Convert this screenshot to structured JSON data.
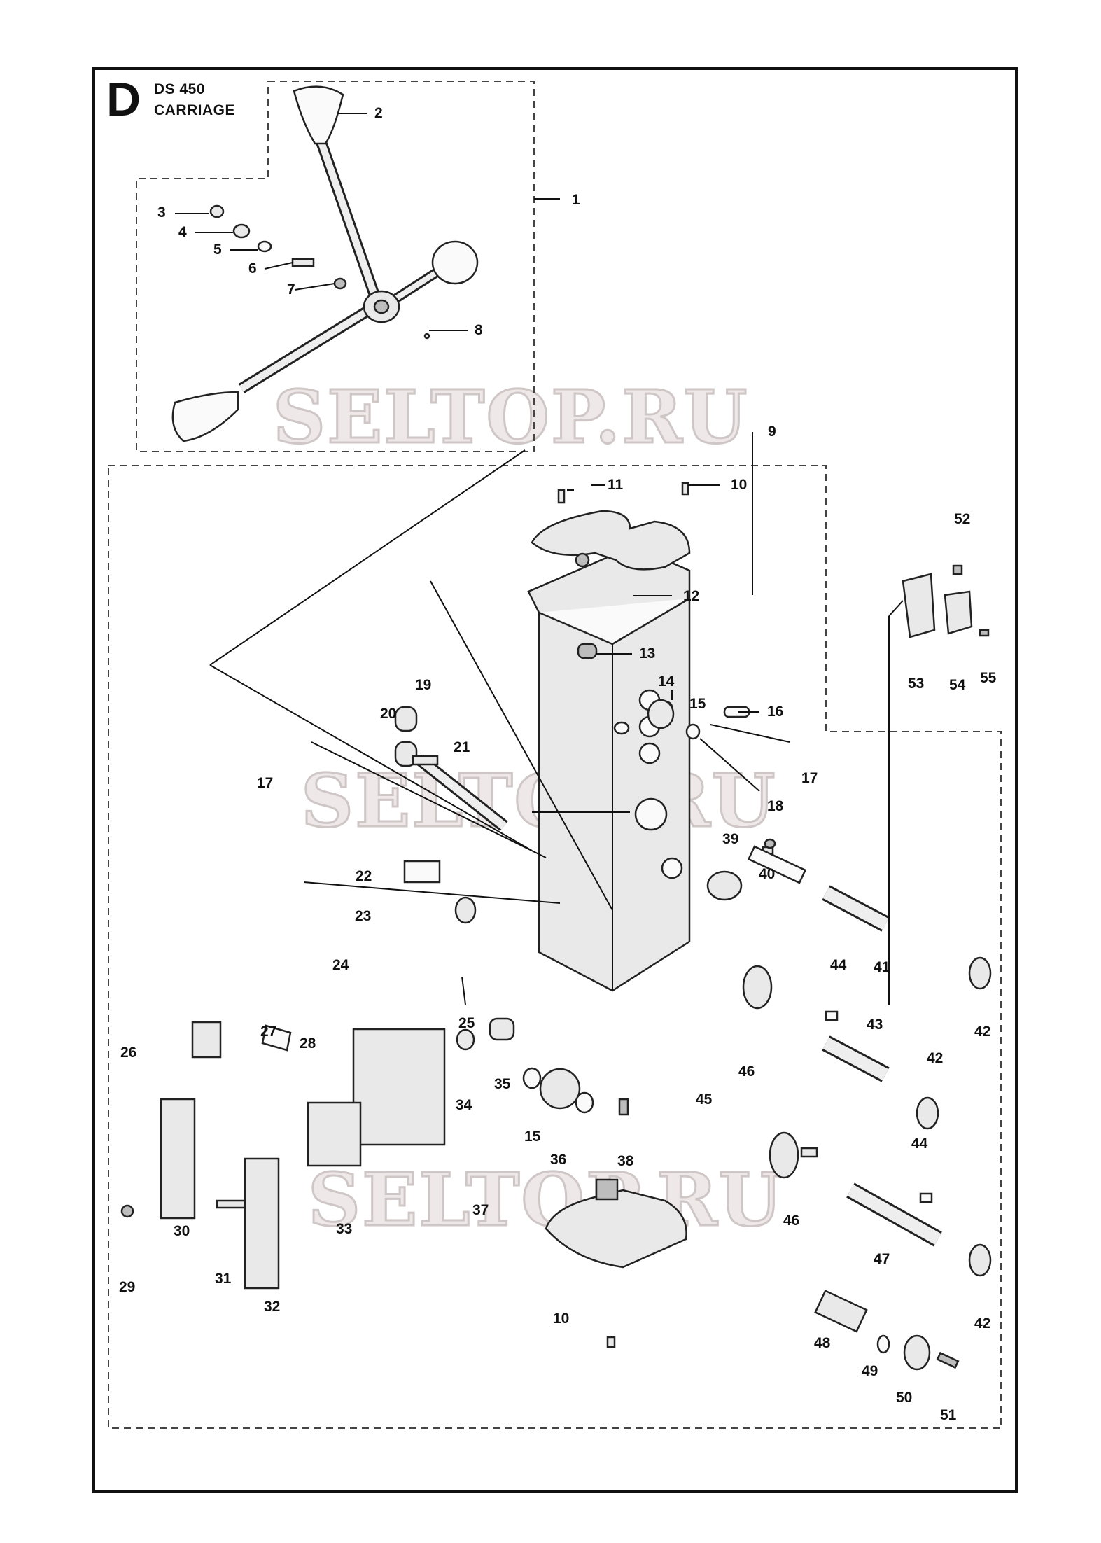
{
  "header": {
    "letter": "D",
    "model": "DS 450",
    "section": "CARRIAGE"
  },
  "watermarks": [
    "SELTOP.RU",
    "SELTOP.RU",
    "SELTOP.RU"
  ],
  "callouts": [
    "1",
    "2",
    "3",
    "4",
    "5",
    "6",
    "7",
    "8",
    "9",
    "10",
    "11",
    "10",
    "12",
    "13",
    "14",
    "15",
    "16",
    "17",
    "17",
    "18",
    "19",
    "20",
    "21",
    "22",
    "23",
    "24",
    "25",
    "26",
    "27",
    "28",
    "29",
    "30",
    "31",
    "32",
    "33",
    "34",
    "35",
    "15",
    "36",
    "37",
    "38",
    "39",
    "40",
    "41",
    "42",
    "42",
    "42",
    "43",
    "44",
    "44",
    "45",
    "46",
    "46",
    "47",
    "48",
    "49",
    "50",
    "51",
    "10",
    "52",
    "53",
    "54",
    "55"
  ]
}
